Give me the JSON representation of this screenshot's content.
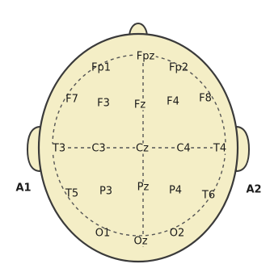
{
  "colors": {
    "head_fill": "#f4eec6",
    "ear_fill": "#f4eec6",
    "outline": "#3a3a3a",
    "guide": "#555555",
    "text": "#1a1a1a"
  },
  "ears": {
    "left": "A1",
    "right": "A2"
  },
  "electrodes": {
    "fpz": "Fpz",
    "fp1": "Fp1",
    "fp2": "Fp2",
    "f7": "F7",
    "f3": "F3",
    "fz": "Fz",
    "f4": "F4",
    "f8": "F8",
    "t3": "T3",
    "c3": "C3",
    "cz": "Cz",
    "c4": "C4",
    "t4": "T4",
    "t5": "T5",
    "p3": "P3",
    "pz": "Pz",
    "p4": "P4",
    "t6": "T6",
    "o1": "O1",
    "oz": "Oz",
    "o2": "O2"
  }
}
